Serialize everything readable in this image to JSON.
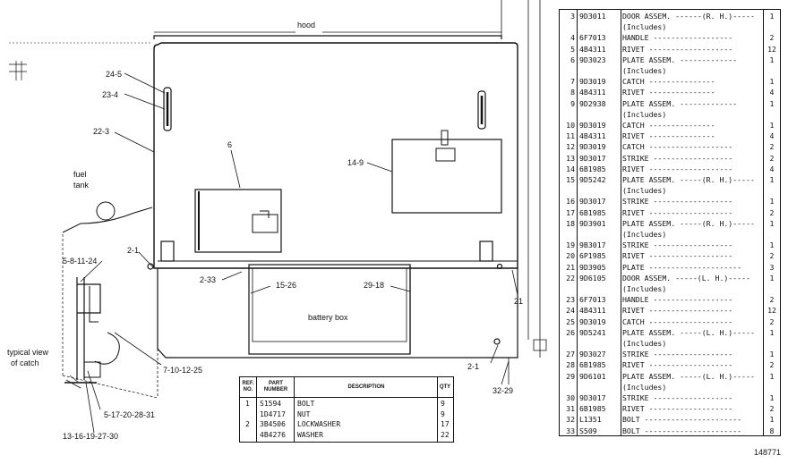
{
  "diagram": {
    "labels": {
      "hood": "hood",
      "fuel_tank_1": "fuel",
      "fuel_tank_2": "tank",
      "battery_box": "battery box",
      "typical_view_1": "typical view",
      "typical_view_2": "of catch",
      "ref_24_5": "24-5",
      "ref_23_4": "23-4",
      "ref_22_3": "22-3",
      "ref_6": "6",
      "ref_14_9": "14-9",
      "ref_2_1_left": "2-1",
      "ref_5_8": "5-8-11-24",
      "ref_2_33": "2-33",
      "ref_15_26": "15-26",
      "ref_29_18": "29-18",
      "ref_21": "21",
      "ref_7_10": "7-10-12-25",
      "ref_2_1_right": "2-1",
      "ref_5_17": "5-17-20-28-31",
      "ref_32_29": "32-29",
      "ref_13_16": "13-16-19-27-30"
    }
  },
  "mini_table": {
    "headers": {
      "ref": "REF. NO.",
      "part": "PART NUMBER",
      "desc": "DESCRIPTION",
      "qty": "QTY"
    },
    "rows": [
      {
        "ref": "1",
        "pn": "S1594",
        "desc": "BOLT",
        "qty": "9"
      },
      {
        "ref": "",
        "pn": "1D4717",
        "desc": "NUT",
        "qty": "9"
      },
      {
        "ref": "2",
        "pn": "3B4506",
        "desc": "LOCKWASHER",
        "qty": "17"
      },
      {
        "ref": "",
        "pn": "4B4276",
        "desc": "WASHER",
        "qty": "22"
      }
    ]
  },
  "parts_list": [
    {
      "ref": "3",
      "pn": "9D3011",
      "desc": "DOOR ASSEM. ------(R. H.)-----",
      "qty": "1"
    },
    {
      "ref": "",
      "pn": "",
      "desc": "(Includes)",
      "qty": ""
    },
    {
      "ref": "4",
      "pn": "6F7013",
      "desc": "  HANDLE ------------------",
      "qty": "2"
    },
    {
      "ref": "5",
      "pn": "4B4311",
      "desc": "  RIVET -------------------",
      "qty": "12"
    },
    {
      "ref": "6",
      "pn": "9D3023",
      "desc": "  PLATE ASSEM. -------------",
      "qty": "1"
    },
    {
      "ref": "",
      "pn": "",
      "desc": "    (Includes)",
      "qty": ""
    },
    {
      "ref": "7",
      "pn": "9D3019",
      "desc": "      CATCH ---------------",
      "qty": "1"
    },
    {
      "ref": "8",
      "pn": "4B4311",
      "desc": "      RIVET ---------------",
      "qty": "4"
    },
    {
      "ref": "9",
      "pn": "9D2938",
      "desc": "  PLATE ASSEM. -------------",
      "qty": "1"
    },
    {
      "ref": "",
      "pn": "",
      "desc": "    (Includes)",
      "qty": ""
    },
    {
      "ref": "10",
      "pn": "9D3019",
      "desc": "      CATCH ---------------",
      "qty": "1"
    },
    {
      "ref": "11",
      "pn": "4B4311",
      "desc": "      RIVET ---------------",
      "qty": "4"
    },
    {
      "ref": "12",
      "pn": "9D3019",
      "desc": "  CATCH -------------------",
      "qty": "2"
    },
    {
      "ref": "13",
      "pn": "9D3017",
      "desc": "  STRIKE ------------------",
      "qty": "2"
    },
    {
      "ref": "14",
      "pn": "6B1985",
      "desc": "  RIVET -------------------",
      "qty": "4"
    },
    {
      "ref": "15",
      "pn": "9D5242",
      "desc": "PLATE ASSEM. -----(R. H.)-----",
      "qty": "1"
    },
    {
      "ref": "",
      "pn": "",
      "desc": "(Includes)",
      "qty": ""
    },
    {
      "ref": "16",
      "pn": "9D3017",
      "desc": "  STRIKE ------------------",
      "qty": "1"
    },
    {
      "ref": "17",
      "pn": "6B1985",
      "desc": "  RIVET -------------------",
      "qty": "2"
    },
    {
      "ref": "18",
      "pn": "9D3901",
      "desc": "PLATE ASSEM. -----(R. H.)-----",
      "qty": "1"
    },
    {
      "ref": "",
      "pn": "",
      "desc": "(Includes)",
      "qty": ""
    },
    {
      "ref": "19",
      "pn": "9B3017",
      "desc": "  STRIKE ------------------",
      "qty": "1"
    },
    {
      "ref": "20",
      "pn": "6P1985",
      "desc": "  RIVET -------------------",
      "qty": "2"
    },
    {
      "ref": "21",
      "pn": "9D3905",
      "desc": "PLATE ---------------------",
      "qty": "3"
    },
    {
      "ref": "22",
      "pn": "9D6105",
      "desc": "DOOR ASSEM. -----(L. H.)-----",
      "qty": "1"
    },
    {
      "ref": "",
      "pn": "",
      "desc": "(Includes)",
      "qty": ""
    },
    {
      "ref": "23",
      "pn": "6F7013",
      "desc": "  HANDLE ------------------",
      "qty": "2"
    },
    {
      "ref": "24",
      "pn": "4B4311",
      "desc": "  RIVET -------------------",
      "qty": "12"
    },
    {
      "ref": "25",
      "pn": "9D3019",
      "desc": "  CATCH -------------------",
      "qty": "2"
    },
    {
      "ref": "26",
      "pn": "9D5241",
      "desc": "PLATE ASSEM. -----(L. H.)-----",
      "qty": "1"
    },
    {
      "ref": "",
      "pn": "",
      "desc": "(Includes)",
      "qty": ""
    },
    {
      "ref": "27",
      "pn": "9D3027",
      "desc": "  STRIKE ------------------",
      "qty": "1"
    },
    {
      "ref": "28",
      "pn": "6B1985",
      "desc": "  RIVET -------------------",
      "qty": "2"
    },
    {
      "ref": "29",
      "pn": "9D6101",
      "desc": "PLATE ASSEM. -----(L. H.)-----",
      "qty": "1"
    },
    {
      "ref": "",
      "pn": "",
      "desc": "(Includes)",
      "qty": ""
    },
    {
      "ref": "30",
      "pn": "9D3017",
      "desc": "  STRIKE ------------------",
      "qty": "1"
    },
    {
      "ref": "31",
      "pn": "6B1985",
      "desc": "  RIVET -------------------",
      "qty": "2"
    },
    {
      "ref": "32",
      "pn": "L1351",
      "desc": "BOLT ----------------------",
      "qty": "1"
    },
    {
      "ref": "33",
      "pn": "S509",
      "desc": "BOLT ----------------------",
      "qty": "8"
    }
  ],
  "catalog_number": "148771"
}
